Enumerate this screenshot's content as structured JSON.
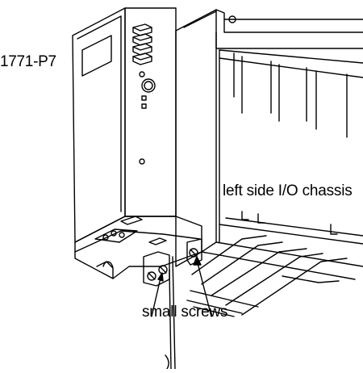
{
  "labels": {
    "module": "1771-P7",
    "chassis": "left side I/O chassis",
    "screws": "small screws"
  },
  "colors": {
    "line": "#000000",
    "background": "#ffffff"
  }
}
